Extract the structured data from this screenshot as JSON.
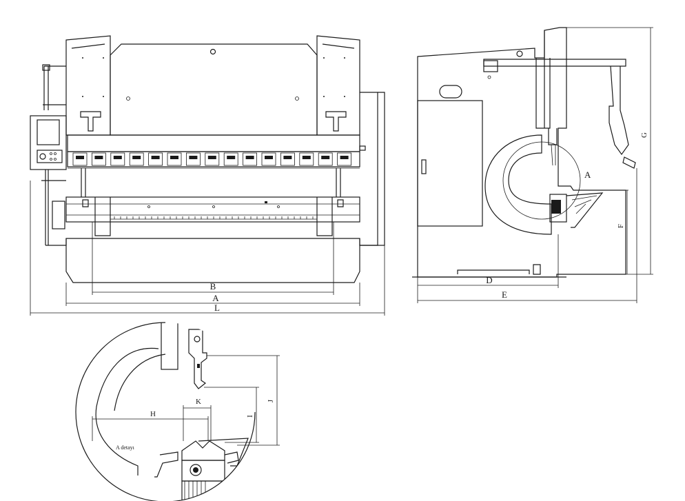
{
  "front_view": {
    "dimension_labels": {
      "b": "B",
      "a": "A",
      "l": "L"
    }
  },
  "side_view": {
    "dimension_labels": {
      "d": "D",
      "e": "E",
      "f": "F",
      "g": "G"
    },
    "detail_callout": "A"
  },
  "detail_view": {
    "title": "A detayı",
    "dimension_labels": {
      "h": "H",
      "k": "K",
      "i": "I",
      "j": "J"
    }
  }
}
